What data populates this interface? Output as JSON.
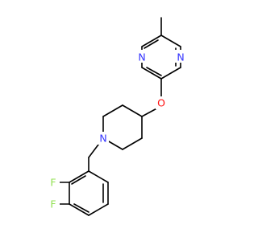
{
  "molecule": {
    "atom_labels": {
      "N1": "N",
      "N2": "N",
      "O": "O",
      "N_pip": "N",
      "F1": "F",
      "F2": "F"
    },
    "colors": {
      "N": "#3333ff",
      "O": "#ff0d0d",
      "F": "#90e050",
      "bond": "#000000"
    }
  }
}
